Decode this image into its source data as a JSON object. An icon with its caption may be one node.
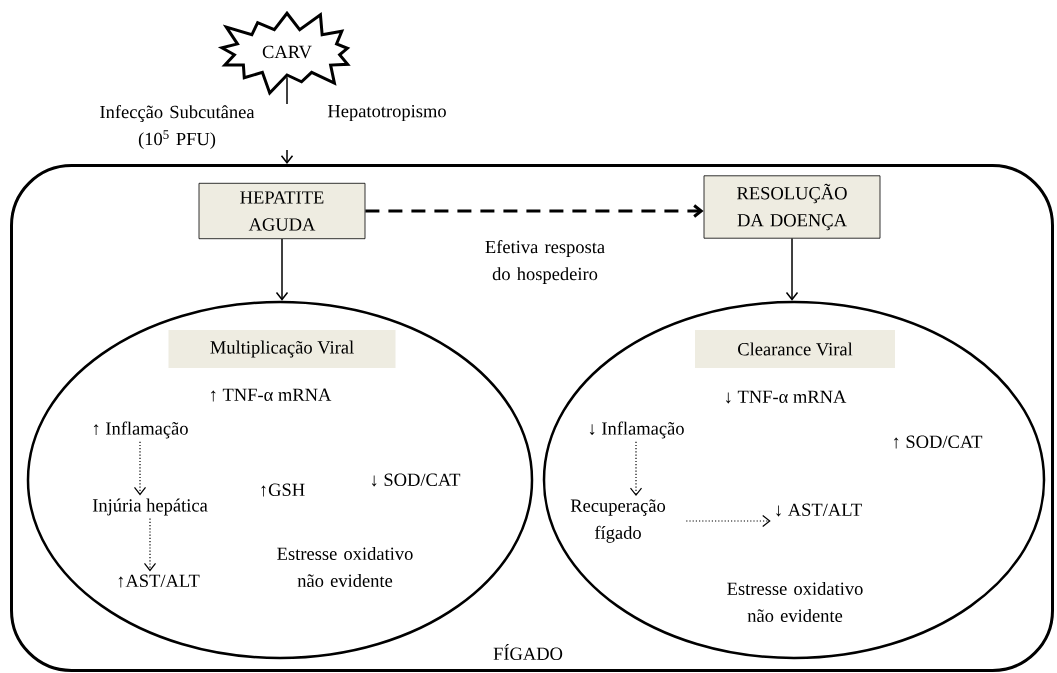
{
  "diagram": {
    "nodes": [
      {
        "text": [
          "CARV"
        ]
      },
      {
        "text": [
          "FÍGADO"
        ]
      },
      {
        "text": [
          "HEPATITE AGUDA"
        ],
        "in": 1
      },
      {
        "text": [
          "RESOLUÇÃO DA DOENÇA"
        ],
        "in": 1
      },
      {
        "text": [],
        "shape": "ellipse",
        "in": 1
      },
      {
        "text": [
          "Multiplicação Viral"
        ],
        "in": 4
      },
      {
        "text": [
          "↑ Inflamação"
        ],
        "in": 4
      },
      {
        "text": [
          "Injúria hepática"
        ],
        "in": 4
      },
      {
        "text": [
          "↑AST/ALT"
        ],
        "in": 4
      },
      {
        "text": [],
        "shape": "ellipse",
        "in": 1
      },
      {
        "text": [
          "Clearance Viral"
        ],
        "in": 9
      },
      {
        "text": [
          "↓ Inflamação"
        ],
        "in": 9
      },
      {
        "text": [
          "Recuperação fígado"
        ],
        "in": 9
      },
      {
        "text": [
          "↓ AST/ALT"
        ],
        "in": 9
      }
    ],
    "edges": [
      {
        "from": 0,
        "to": 1,
        "arrow": "to",
        "label": "Infecção Subcutânea (10$^{5}$ PFU)"
      },
      {
        "from": 2,
        "to": 3,
        "arrow": "to",
        "style": "dashed",
        "label": "Efetiva resposta do hospedeiro"
      },
      {
        "from": 2,
        "to": 4,
        "arrow": "to"
      },
      {
        "from": 3,
        "to": 9,
        "arrow": "to"
      },
      {
        "from": 6,
        "to": 7,
        "arrow": "to",
        "style": "dashed"
      },
      {
        "from": 7,
        "to": 8,
        "arrow": "to",
        "style": "dashed"
      },
      {
        "from": 11,
        "to": 12,
        "arrow": "to",
        "style": "dashed"
      },
      {
        "from": 12,
        "to": 13,
        "arrow": "to",
        "style": "dashed"
      }
    ],
    "labels": [
      "Hepatotropismo",
      "↑ TNF-α mRNA",
      "↑GSH",
      "↓ SOD/CAT",
      "Estresse oxidativo não evidente",
      "↓ TNF-α mRNA",
      "↑ SOD/CAT",
      "Estresse oxidativo não evidente"
    ]
  }
}
